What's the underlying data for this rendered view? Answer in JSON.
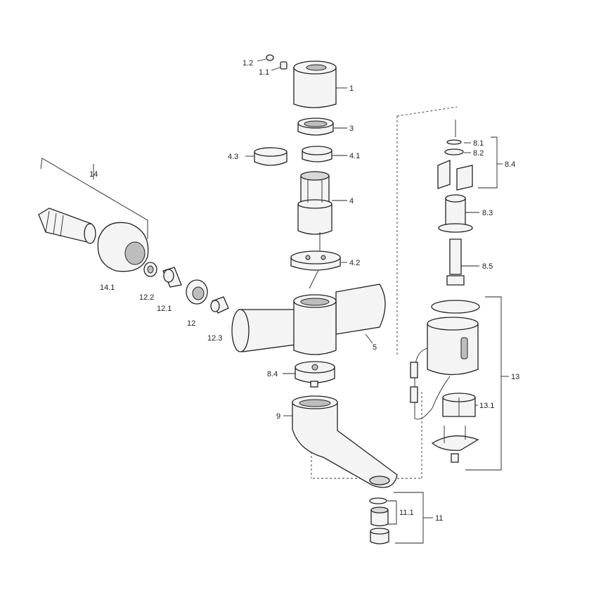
{
  "diagram": {
    "labels": {
      "p1": "1",
      "p1_1": "1.1",
      "p1_2": "1.2",
      "p3": "3",
      "p4": "4",
      "p4_1": "4.1",
      "p4_2": "4.2",
      "p4_3": "4.3",
      "p5": "5",
      "p8_1": "8.1",
      "p8_2": "8.2",
      "p8_3": "8.3",
      "p8_4_top": "8.4",
      "p8_4_mid": "8.4",
      "p8_5": "8.5",
      "p9": "9",
      "p11": "11",
      "p11_1": "11.1",
      "p12": "12",
      "p12_1": "12.1",
      "p12_2": "12.2",
      "p12_3": "12.3",
      "p13": "13",
      "p13_1": "13.1",
      "p14": "14",
      "p14_1": "14.1"
    }
  }
}
